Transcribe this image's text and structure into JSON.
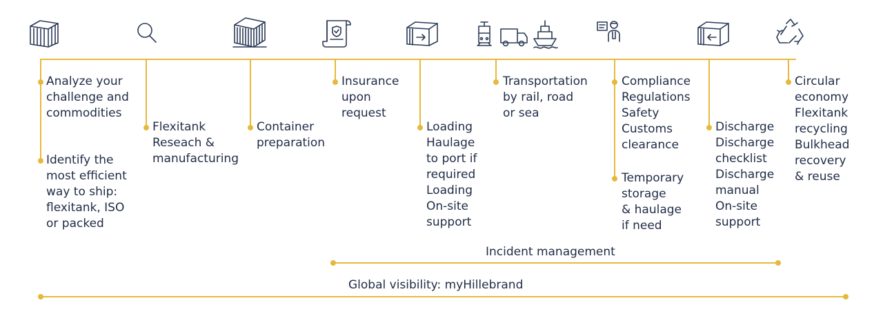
{
  "steps": {
    "analyze": "Analyze your\nchallenge and\ncommodities",
    "identify": "Identify the\nmost efficient\nway to ship:\nflexitank, ISO\nor packed",
    "research": "Flexitank\nReseach &\nmanufacturing",
    "container": "Container\npreparation",
    "insurance": "Insurance\nupon\nrequest",
    "loading": "Loading\nHaulage\nto port if\nrequired\nLoading\nOn-site\nsupport",
    "transport": "Transportation\nby rail, road\nor sea",
    "compliance": "Compliance\nRegulations\nSafety\nCustoms\nclearance",
    "storage": "Temporary\nstorage\n& haulage\nif need",
    "discharge": "Discharge\nDischarge\nchecklist\nDischarge\nmanual\nOn-site\nsupport",
    "circular": "Circular\neconomy\nFlexitank\nrecycling\nBulkhead\nrecovery\n& reuse"
  },
  "bars": {
    "incident": "Incident management",
    "global": "Global visibility: myHillebrand"
  },
  "icons": [
    "container-icon",
    "search-icon",
    "flexitank-container-icon",
    "insurance-document-icon",
    "loading-container-icon",
    "transport-rail-road-sea-icon",
    "compliance-officer-icon",
    "discharge-container-icon",
    "recycling-icon"
  ],
  "colors": {
    "accent": "#e6b93c",
    "text": "#1f2b45"
  }
}
